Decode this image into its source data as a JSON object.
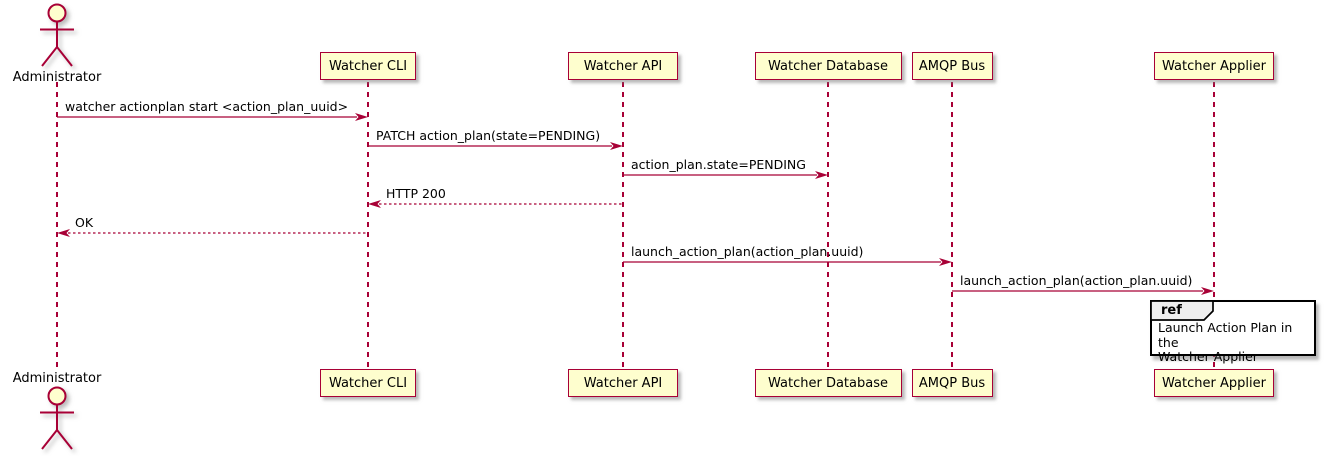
{
  "diagram": {
    "type": "uml-sequence",
    "colors": {
      "stroke": "#A80036",
      "participant_fill": "#FEFECE",
      "ref_tab_fill": "#EEEEEE",
      "ref_border": "#000000",
      "text": "#000000",
      "background": "#FFFFFF"
    },
    "participants": [
      {
        "id": "administrator",
        "label": "Administrator",
        "kind": "actor"
      },
      {
        "id": "watcher-cli",
        "label": "Watcher CLI",
        "kind": "participant"
      },
      {
        "id": "watcher-api",
        "label": "Watcher API",
        "kind": "participant"
      },
      {
        "id": "watcher-database",
        "label": "Watcher Database",
        "kind": "participant"
      },
      {
        "id": "amqp-bus",
        "label": "AMQP Bus",
        "kind": "participant"
      },
      {
        "id": "watcher-applier",
        "label": "Watcher Applier",
        "kind": "participant"
      }
    ],
    "messages": [
      {
        "from": "administrator",
        "to": "watcher-cli",
        "label": "watcher actionplan start <action_plan_uuid>",
        "line": "solid"
      },
      {
        "from": "watcher-cli",
        "to": "watcher-api",
        "label": "PATCH action_plan(state=PENDING)",
        "line": "solid"
      },
      {
        "from": "watcher-api",
        "to": "watcher-database",
        "label": "action_plan.state=PENDING",
        "line": "solid"
      },
      {
        "from": "watcher-api",
        "to": "watcher-cli",
        "label": "HTTP 200",
        "line": "dashed"
      },
      {
        "from": "watcher-cli",
        "to": "administrator",
        "label": "OK",
        "line": "dashed"
      },
      {
        "from": "watcher-api",
        "to": "amqp-bus",
        "label": "launch_action_plan(action_plan.uuid)",
        "line": "solid"
      },
      {
        "from": "amqp-bus",
        "to": "watcher-applier",
        "label": "launch_action_plan(action_plan.uuid)",
        "line": "solid"
      }
    ],
    "ref": {
      "tag": "ref",
      "over": "watcher-applier",
      "lines": [
        "Launch Action Plan in the",
        "Watcher Applier"
      ]
    }
  }
}
